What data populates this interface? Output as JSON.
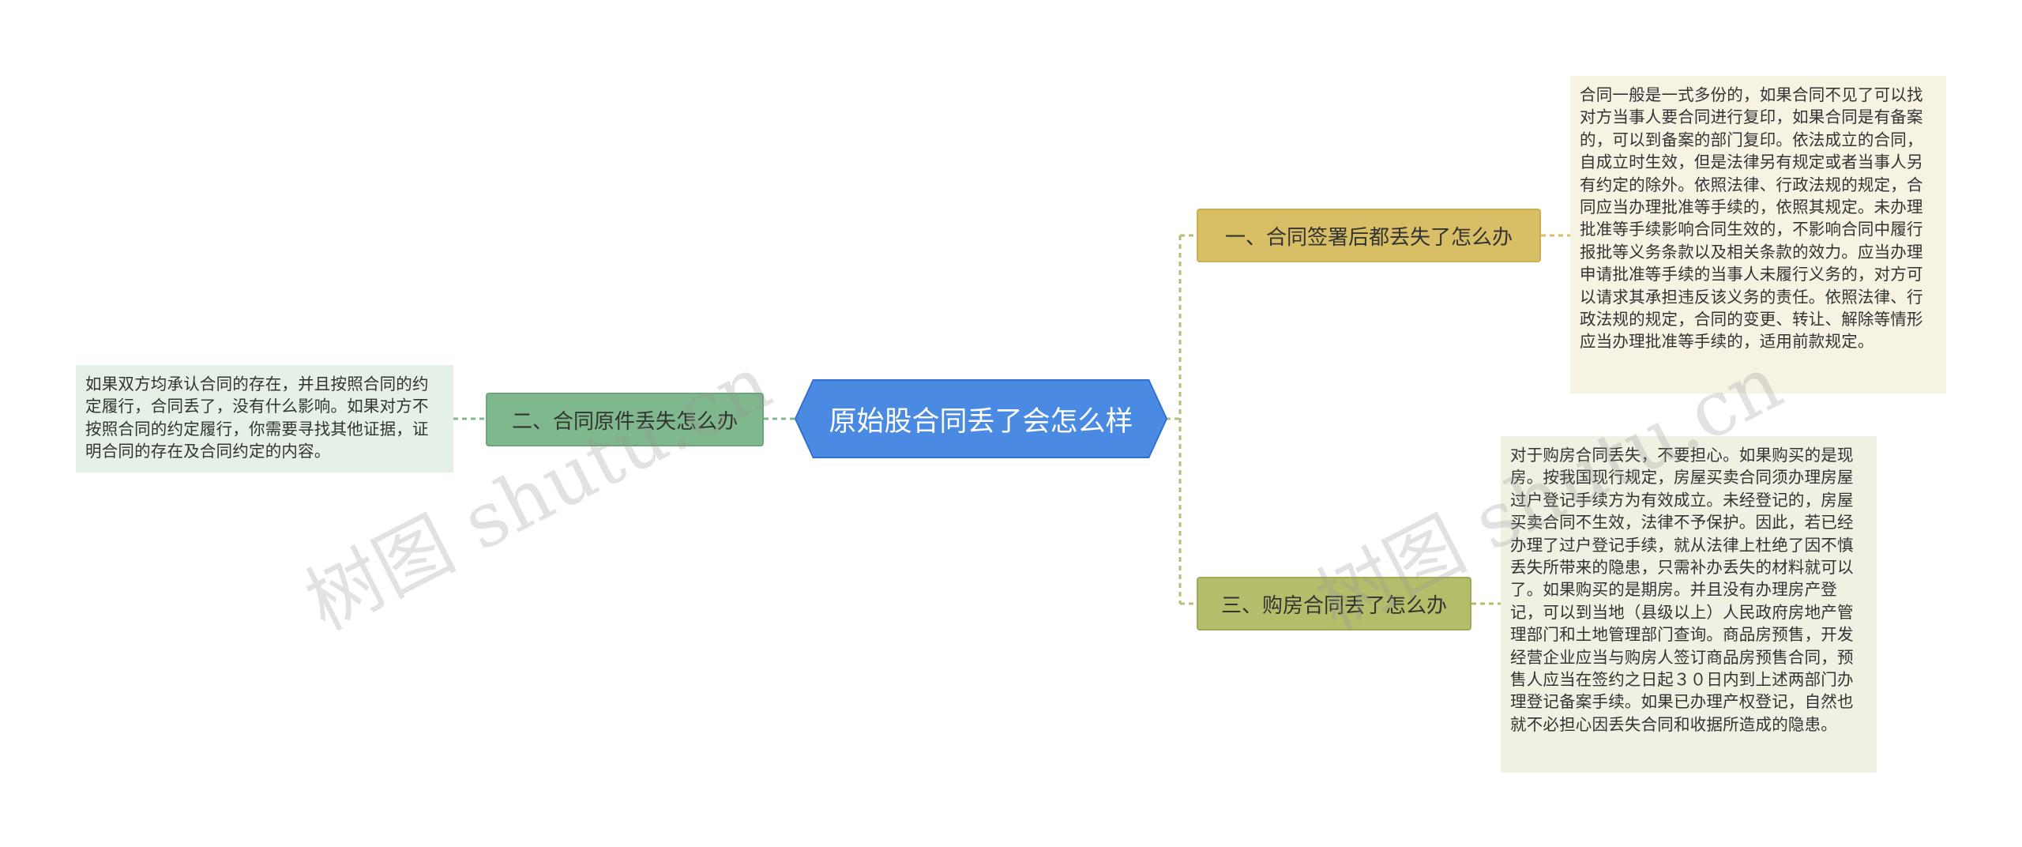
{
  "central": {
    "title": "原始股合同丢了会怎么样"
  },
  "branches": [
    {
      "label": "一、合同签署后都丢失了怎么办",
      "note": "合同一般是一式多份的，如果合同不见了可以找对方当事人要合同进行复印，如果合同是有备案的，可以到备案的部门复印。依法成立的合同，自成立时生效，但是法律另有规定或者当事人另有约定的除外。依照法律、行政法规的规定，合同应当办理批准等手续的，依照其规定。未办理批准等手续影响合同生效的，不影响合同中履行报批等义务条款以及相关条款的效力。应当办理申请批准等手续的当事人未履行义务的，对方可以请求其承担违反该义务的责任。依照法律、行政法规的规定，合同的变更、转让、解除等情形应当办理批准等手续的，适用前款规定。"
    },
    {
      "label": "三、购房合同丢了怎么办",
      "note": "对于购房合同丢失，不要担心。如果购买的是现房。按我国现行规定，房屋买卖合同须办理房屋过户登记手续方为有效成立。未经登记的，房屋买卖合同不生效，法律不予保护。因此，若已经办理了过户登记手续，就从法律上杜绝了因不慎丢失所带来的隐患，只需补办丢失的材料就可以了。如果购买的是期房。并且没有办理房产登记，可以到当地（县级以上）人民政府房地产管理部门和土地管理部门查询。商品房预售，开发经营企业应当与购房人签订商品房预售合同，预售人应当在签约之日起３０日内到上述两部门办理登记备案手续。如果已办理产权登记，自然也就不必担心因丢失合同和收据所造成的隐患。"
    },
    {
      "label": "二、合同原件丢失怎么办",
      "note": "如果双方均承认合同的存在，并且按照合同的约定履行，合同丢了，没有什么影响。如果对方不按照合同的约定履行，你需要寻找其他证据，证明合同的存在及合同约定的内容。"
    }
  ],
  "watermark": {
    "text": "树图 shutu.cn"
  },
  "colors": {
    "central": "#4a8ae2",
    "branch1": "#d8bf66",
    "branch2": "#b5bd6b",
    "branch3": "#7fb88d",
    "connector": "#b7be7a"
  }
}
